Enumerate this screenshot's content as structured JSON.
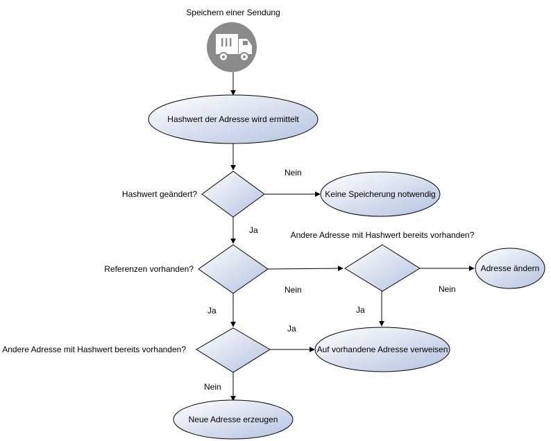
{
  "start": {
    "label": "Speichern einer Sendung",
    "icon": "truck-icon"
  },
  "nodes": {
    "hashwert_ermittelt": "Hashwert der Adresse wird ermittelt",
    "hashwert_geaendert": "Hashwert geändert?",
    "keine_speicherung": "Keine Speicherung notwendig",
    "referenzen_vorhanden": "Referenzen vorhanden?",
    "andere_adresse_rechts": "Andere Adresse mit Hashwert bereits vorhanden?",
    "adresse_aendern": "Adresse ändern",
    "andere_adresse_links": "Andere Adresse mit Hashwert bereits vorhanden?",
    "auf_vorhandene_verweisen": "Auf vorhandene Adresse verweisen",
    "neue_adresse": "Neue Adresse erzeugen"
  },
  "edges": {
    "geaendert_nein": "Nein",
    "geaendert_ja": "Ja",
    "referenzen_nein": "Nein",
    "referenzen_ja": "Ja",
    "rechts_nein": "Nein",
    "rechts_ja": "Ja",
    "links_ja": "Ja",
    "links_nein": "Nein"
  },
  "colors": {
    "node_gradient_start": "#ffffff",
    "node_gradient_end": "#b4c3e0",
    "icon_circle": "#8a8a8a",
    "icon_fg": "#ffffff",
    "stroke": "#000000"
  }
}
